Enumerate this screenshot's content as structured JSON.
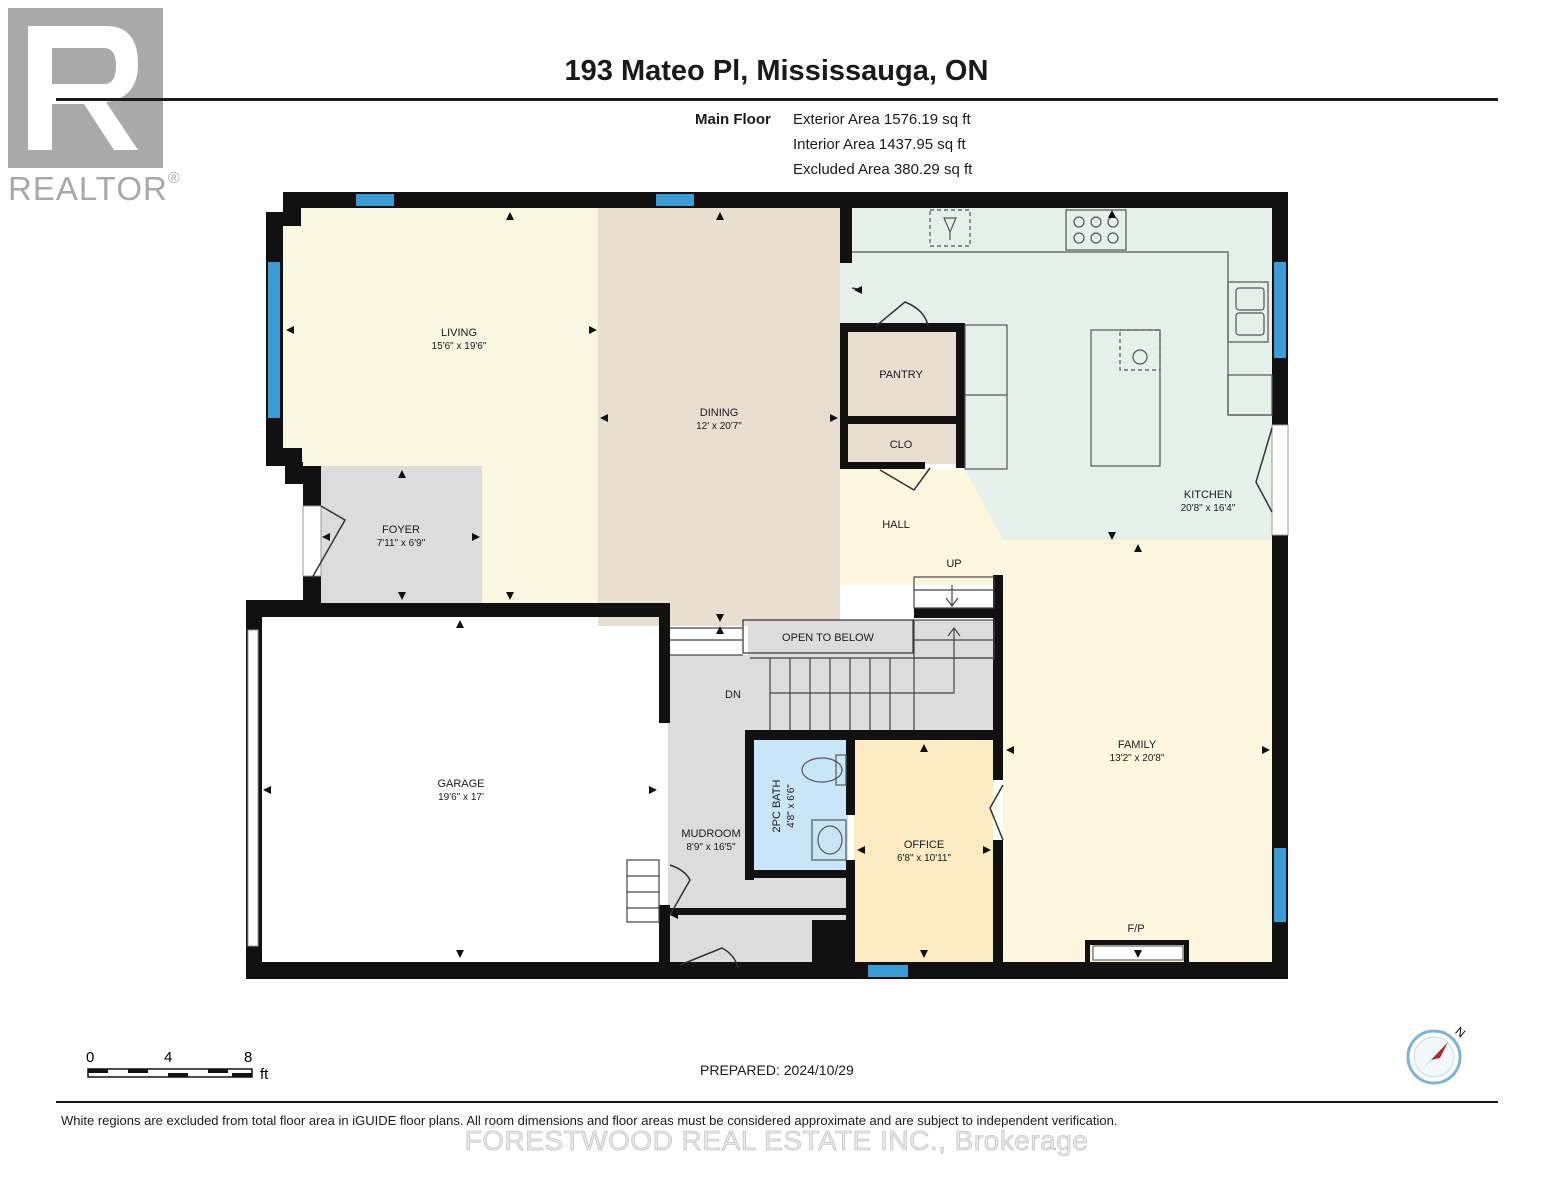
{
  "header": {
    "title": "193 Mateo Pl, Mississauga, ON",
    "floor_name": "Main Floor",
    "exterior_area": "Exterior Area 1576.19 sq ft",
    "interior_area": "Interior Area 1437.95 sq ft",
    "excluded_area": "Excluded Area 380.29 sq ft"
  },
  "logo": {
    "wordmark": "REALTOR",
    "registered_mark": "®"
  },
  "rooms": [
    {
      "name": "LIVING",
      "dims": "15'6\" x 19'6\""
    },
    {
      "name": "DINING",
      "dims": "12' x 20'7\""
    },
    {
      "name": "KITCHEN",
      "dims": "20'8\" x 16'4\""
    },
    {
      "name": "FOYER",
      "dims": "7'11\" x 6'9\""
    },
    {
      "name": "GARAGE",
      "dims": "19'6\" x 17'"
    },
    {
      "name": "MUDROOM",
      "dims": "8'9\" x 16'5\""
    },
    {
      "name": "2PC BATH",
      "dims": "4'8\" x 6'6\""
    },
    {
      "name": "OFFICE",
      "dims": "6'8\" x 10'11\""
    },
    {
      "name": "FAMILY",
      "dims": "13'2\" x 20'8\""
    }
  ],
  "labels": {
    "pantry": "PANTRY",
    "clo": "CLO",
    "hall": "HALL",
    "up": "UP",
    "dn": "DN",
    "open_to_below": "OPEN TO BELOW",
    "fireplace": "F/P"
  },
  "colors": {
    "living": "#fbf6e2",
    "dining": "#e8dfd0",
    "kitchen": "#e5f1e8",
    "foyer": "#dcdcdc",
    "mudroom": "#dcdcdc",
    "bath": "#c9e6f8",
    "office": "#fbeac2",
    "family": "#fdf6df",
    "hall": "#fdf6df",
    "wall": "#111111",
    "window": "#3b9bd6",
    "realtor_logo": "#a9a9a9"
  },
  "scale_bar": {
    "ticks": [
      "0",
      "4",
      "8"
    ],
    "unit": "ft"
  },
  "compass": {
    "north_label": "N"
  },
  "footer": {
    "prepared": "PREPARED: 2024/10/29",
    "disclaimer": "White regions are excluded from total floor area in iGUIDE floor plans. All room dimensions and floor areas must be considered approximate and are subject to independent verification.",
    "brokerage": "FORESTWOOD REAL ESTATE INC., Brokerage"
  }
}
